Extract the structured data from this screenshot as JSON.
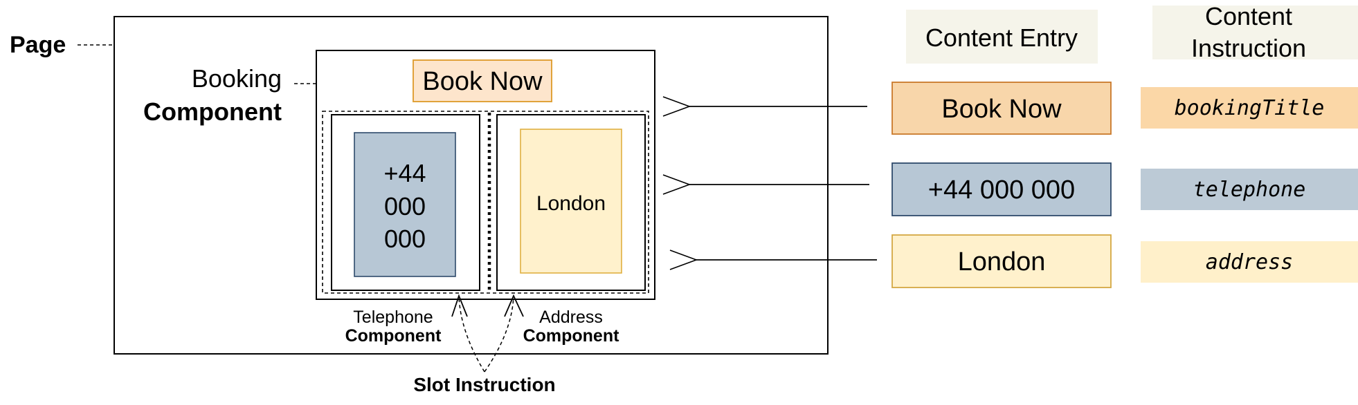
{
  "page": {
    "label": "Page"
  },
  "booking": {
    "label_line1": "Booking",
    "label_line2": "Component",
    "title": "Book Now"
  },
  "telephone_slot": {
    "value_lines": [
      "+44",
      "000",
      "000"
    ],
    "label_line1": "Telephone",
    "label_line2": "Component"
  },
  "address_slot": {
    "value": "London",
    "label_line1": "Address",
    "label_line2": "Component"
  },
  "slot_instruction": {
    "label": "Slot Instruction"
  },
  "columns": {
    "content_entry": "Content Entry",
    "content_instruction_line1": "Content",
    "content_instruction_line2": "Instruction"
  },
  "entries": [
    {
      "value": "Book Now",
      "instruction": "bookingTitle",
      "fill": "#f8d6aa",
      "stroke": "#c9782a",
      "instruction_fill": "#fbd7a7"
    },
    {
      "value": "+44 000 000",
      "instruction": "telephone",
      "fill": "#b7c7d5",
      "stroke": "#2e4a6b",
      "instruction_fill": "#bccad6"
    },
    {
      "value": "London",
      "instruction": "address",
      "fill": "#fff1cc",
      "stroke": "#d4a843",
      "instruction_fill": "#fff0ca"
    }
  ],
  "colors": {
    "title_fill": "#fde5cc",
    "title_stroke": "#e0a23a",
    "telephone_fill": "#b7c7d5",
    "telephone_stroke": "#2e4a6b",
    "address_fill": "#fff1cc",
    "address_stroke": "#e0b040",
    "header_fill": "#f5f4ea"
  }
}
